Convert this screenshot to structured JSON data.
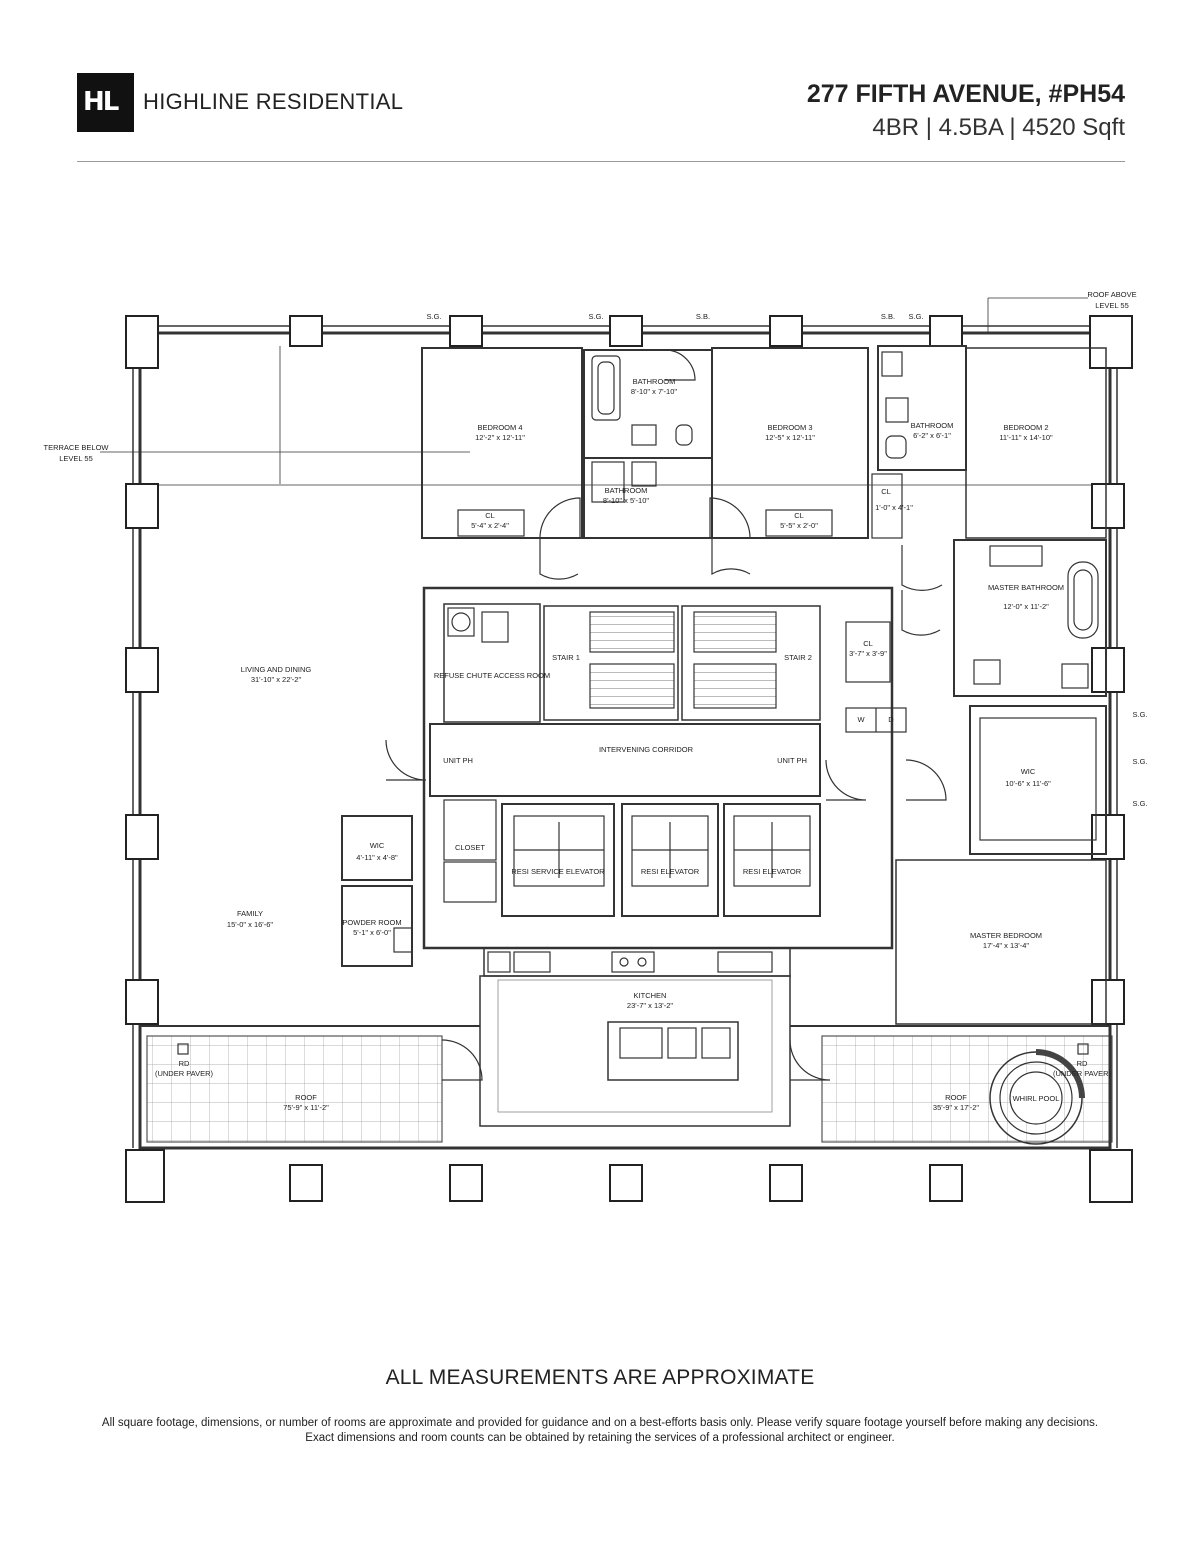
{
  "header": {
    "logo_text": "HL",
    "brand": "HIGHLINE RESIDENTIAL",
    "address": "277 FIFTH AVENUE, #PH54",
    "specs": "4BR | 4.5BA | 4520 Sqft"
  },
  "plan": {
    "labels": {
      "sg": "S.G.",
      "sb": "S.B.",
      "roof_above": "ROOF ABOVE",
      "level_55": "LEVEL 55",
      "terrace_below": "TERRACE BELOW",
      "bedroom4": "BEDROOM 4",
      "bedroom4_dim": "12'-2\" x 12'-11\"",
      "bathroom_a": "BATHROOM",
      "bathroom_a_dim": "8'-10\" x 7'-10\"",
      "bedroom3": "BEDROOM 3",
      "bedroom3_dim": "12'-5\" x 12'-11\"",
      "bathroom_b": "BATHROOM",
      "bathroom_b_dim": "6'-2\" x 6'-1\"",
      "bedroom2": "BEDROOM 2",
      "bedroom2_dim": "11'-11\" x 14'-10\"",
      "bathroom_c": "BATHROOM",
      "bathroom_c_dim": "8'-10\" x 5'-10\"",
      "cl": "CL",
      "cl1_dim": "5'-4\" x 2'-4\"",
      "cl2_dim": "5'-5\" x 2'-0\"",
      "cl3_dim": "1'-0\" x 4'-1\"",
      "cl4_dim": "3'-7\" x 3'-9\"",
      "master_bathroom": "MASTER BATHROOM",
      "master_bathroom_dim": "12'-0\" x 11'-2\"",
      "living": "LIVING AND DINING",
      "living_dim": "31'-10\" x 22'-2\"",
      "refuse": "REFUSE CHUTE ACCESS ROOM",
      "stair1": "STAIR 1",
      "stair2": "STAIR 2",
      "unit_ph": "UNIT PH",
      "corridor": "INTERVENING CORRIDOR",
      "w": "W",
      "d": "D",
      "wic": "WIC",
      "wic_big_dim": "10'-6\" x 11'-6\"",
      "wic_small_dim": "4'-11\" x 4'-8\"",
      "closet": "CLOSET",
      "resi_service": "RESI SERVICE ELEVATOR",
      "resi_elevator": "RESI ELEVATOR",
      "family": "FAMILY",
      "family_dim": "15'-0\" x 16'-6\"",
      "powder": "POWDER ROOM",
      "powder_dim": "5'-1\" x 6'-0\"",
      "master_bedroom": "MASTER BEDROOM",
      "master_bedroom_dim": "17'-4\" x 13'-4\"",
      "kitchen": "KITCHEN",
      "kitchen_dim": "23'-7\" x 13'-2\"",
      "rd": "RD",
      "under_paver": "(UNDER PAVER)",
      "roof": "ROOF",
      "roof_left_dim": "75'-9\" x 11'-2\"",
      "roof_right_dim": "35'-9\" x 17'-2\"",
      "whirlpool": "WHIRL POOL"
    }
  },
  "footer": {
    "measurements": "ALL MEASUREMENTS ARE APPROXIMATE",
    "disclaimer": "All square footage, dimensions, or number of rooms are approximate and provided for guidance and on a best-efforts basis only. Please verify square footage yourself before making any decisions. Exact dimensions and room counts can be obtained by retaining the services of a professional architect or engineer."
  }
}
